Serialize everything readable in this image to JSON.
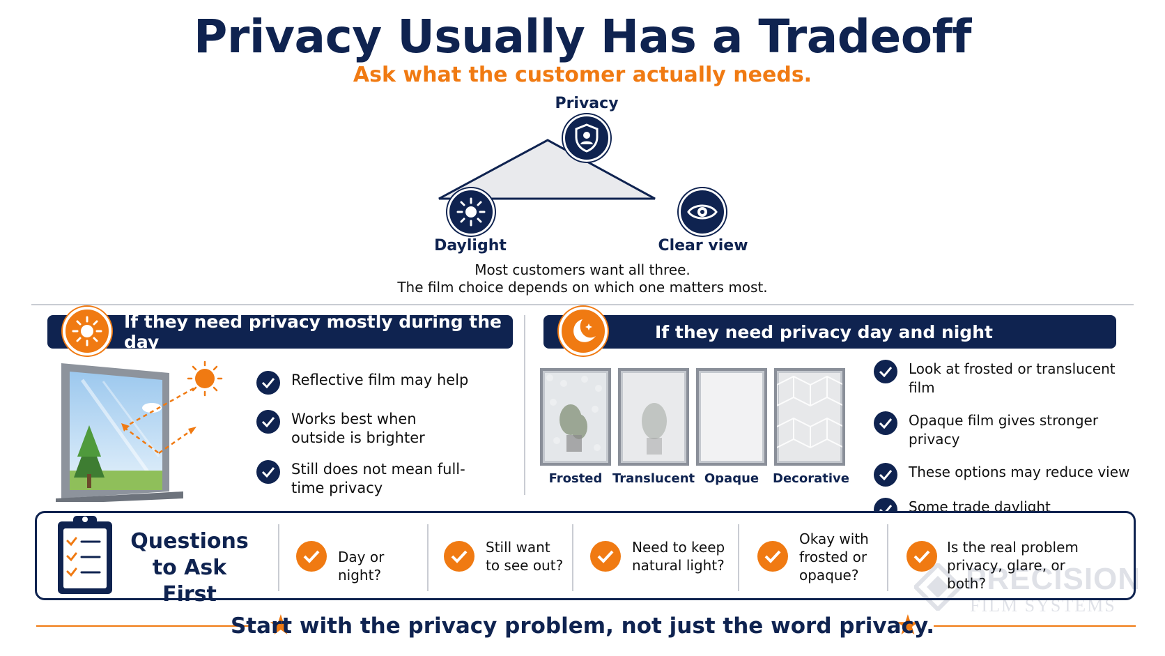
{
  "header": {
    "title": "Privacy Usually Has a Tradeoff",
    "subtitle": "Ask what the customer actually needs."
  },
  "triangle": {
    "top_label": "Privacy",
    "left_label": "Daylight",
    "right_label": "Clear view",
    "note_line1": "Most customers want all three.",
    "note_line2": "The film choice depends on which one matters most.",
    "icons": [
      "shield-user-icon",
      "sun-icon",
      "eye-icon"
    ]
  },
  "day_section": {
    "banner": "If they need privacy mostly during the day",
    "items": [
      "Reflective film may help",
      "Works best when outside is brighter",
      "Still does not mean full-time privacy"
    ]
  },
  "night_section": {
    "banner": "If they need privacy day and night",
    "swatches": [
      "Frosted",
      "Translucent",
      "Opaque",
      "Decorative"
    ],
    "items": [
      "Look at frosted or translucent film",
      "Opaque film gives stronger privacy",
      "These options may reduce view",
      "Some trade daylight or openness for privacy"
    ]
  },
  "questions": {
    "title": "Questions to Ask First",
    "items": [
      "Day or night?",
      "Still want to see out?",
      "Need to keep natural light?",
      "Okay with frosted or opaque?",
      "Is the real problem privacy, glare, or both?"
    ]
  },
  "footer": {
    "text": "Start with the privacy problem, not just the word privacy."
  },
  "watermark": {
    "line1": "PRECISION",
    "line2": "FILM SYSTEMS"
  },
  "colors": {
    "navy": "#0f2350",
    "orange": "#f07a12"
  }
}
